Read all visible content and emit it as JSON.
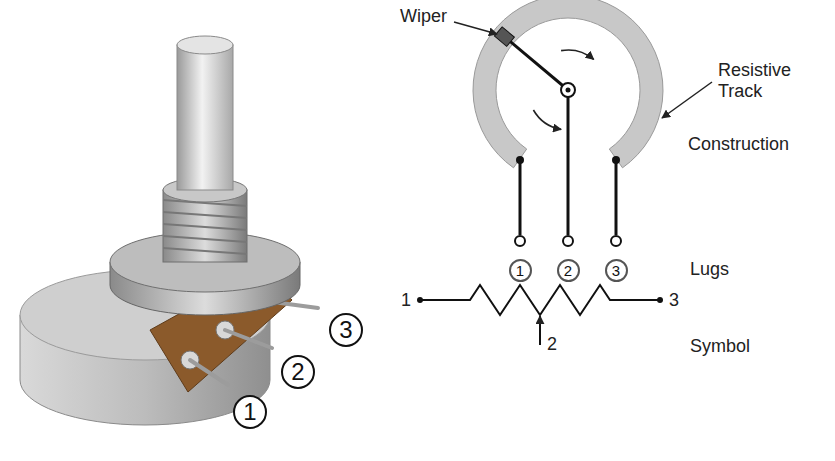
{
  "diagram": {
    "nodes": [
      {
        "text": [
          "1"
        ]
      },
      {
        "text": [
          "2"
        ]
      },
      {
        "text": [
          "3"
        ]
      },
      {
        "text": [
          "1"
        ]
      },
      {
        "text": [
          "2"
        ]
      },
      {
        "text": [
          "3"
        ]
      }
    ],
    "labels": [
      "Wiper",
      "Resistive Track",
      "Construction",
      "Lugs",
      "1",
      "3",
      "2",
      "Symbol"
    ]
  }
}
